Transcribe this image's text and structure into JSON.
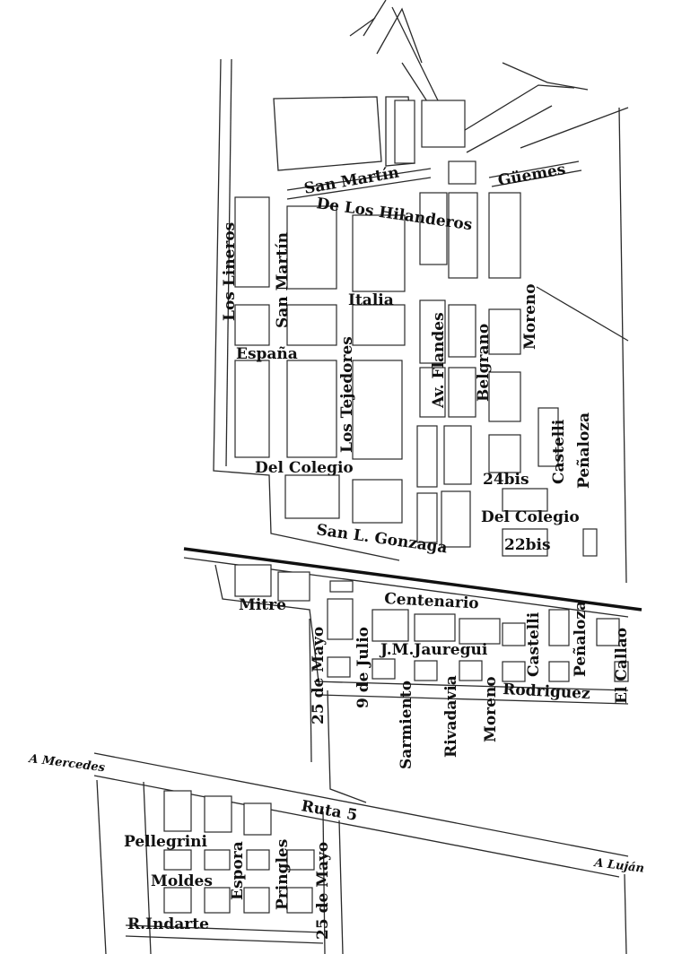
{
  "streets": {
    "san_martin_top": "San Martín",
    "guemes": "Güemes",
    "hilanderos": "De Los Hilanderos",
    "lineros": "Los Lineros",
    "san_martin_v": "San Martín",
    "italia": "Italia",
    "flandes": "Av. Flandes",
    "belgrano": "Belgrano",
    "moreno_top": "Moreno",
    "espana": "España",
    "tejedores": "Los Tejedores",
    "castelli_top": "Castelli",
    "penaloza_top": "Peñaloza",
    "colegio_1": "Del Colegio",
    "bis24": "24bis",
    "colegio_2": "Del Colegio",
    "bis22": "22bis",
    "gonzaga": "San L. Gonzaga",
    "mitre": "Mitre",
    "centenario": "Centenario",
    "mayo_mid": "25 de Mayo",
    "julio": "9 de Julio",
    "jauregui": "J.M.Jauregui",
    "castelli_bot": "Castelli",
    "penaloza_bot": "Peñaloza",
    "callao": "El Callao",
    "rodriguez": "Rodriguez",
    "sarmiento": "Sarmiento",
    "rivadavia": "Rivadavia",
    "moreno_bot": "Moreno",
    "mercedes": "A Mercedes",
    "ruta5": "Ruta 5",
    "lujan": "A Luján",
    "pellegrini": "Pellegrini",
    "moldes": "Moldes",
    "espora": "Espora",
    "pringles": "Pringles",
    "mayo_bot": "25 de Mayo",
    "indarte": "R.Indarte"
  }
}
